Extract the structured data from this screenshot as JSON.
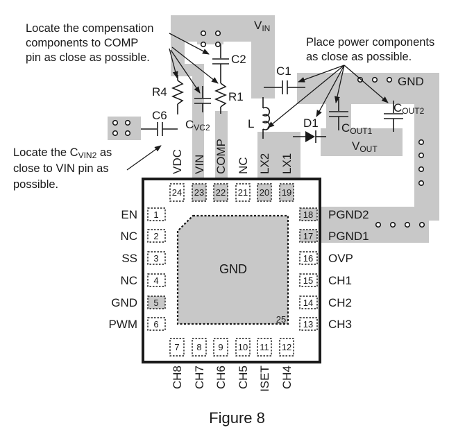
{
  "annotations": {
    "compensation": [
      "Locate the compensation",
      "components to COMP",
      "pin as close as possible."
    ],
    "power": [
      "Place power components",
      "as close as possible."
    ],
    "cvin2_line1": "Locate the C",
    "cvin2_sub": "VIN2",
    "cvin2_line1_end": " as",
    "cvin2_line2": "close to VIN pin as",
    "cvin2_line3": "possible."
  },
  "nets": {
    "vin": "V",
    "vin_sub": "IN",
    "gnd_top": "GND",
    "vout": "V",
    "vout_sub": "OUT"
  },
  "components": {
    "c1": "C1",
    "c2": "C2",
    "r1": "R1",
    "r4": "R4",
    "c6": "C6",
    "cvc2": "C",
    "cvc2_sub": "VC2",
    "l": "L",
    "d1": "D1",
    "cout1": "C",
    "cout1_sub": "OUT1",
    "cout2": "C",
    "cout2_sub": "OUT2"
  },
  "ic": {
    "center_label": "GND",
    "pad_number": "25",
    "top_pins": [
      {
        "number": "24",
        "name": "VDC"
      },
      {
        "number": "23",
        "name": "VIN"
      },
      {
        "number": "22",
        "name": "COMP"
      },
      {
        "number": "21",
        "name": "NC"
      },
      {
        "number": "20",
        "name": "LX2"
      },
      {
        "number": "19",
        "name": "LX1"
      }
    ],
    "left_pins": [
      {
        "number": "1",
        "name": "EN"
      },
      {
        "number": "2",
        "name": "NC"
      },
      {
        "number": "3",
        "name": "SS"
      },
      {
        "number": "4",
        "name": "NC"
      },
      {
        "number": "5",
        "name": "GND"
      },
      {
        "number": "6",
        "name": "PWM"
      }
    ],
    "bottom_pins": [
      {
        "number": "7",
        "name": "CH8"
      },
      {
        "number": "8",
        "name": "CH7"
      },
      {
        "number": "9",
        "name": "CH6"
      },
      {
        "number": "10",
        "name": "CH5"
      },
      {
        "number": "11",
        "name": "ISET"
      },
      {
        "number": "12",
        "name": "CH4"
      }
    ],
    "right_pins": [
      {
        "number": "18",
        "name": "PGND2"
      },
      {
        "number": "17",
        "name": "PGND1"
      },
      {
        "number": "16",
        "name": "OVP"
      },
      {
        "number": "15",
        "name": "CH1"
      },
      {
        "number": "14",
        "name": "CH2"
      },
      {
        "number": "13",
        "name": "CH3"
      }
    ]
  },
  "caption": "Figure 8",
  "colors": {
    "copper": "#c8c8c8",
    "body": "#1a1a1a"
  }
}
